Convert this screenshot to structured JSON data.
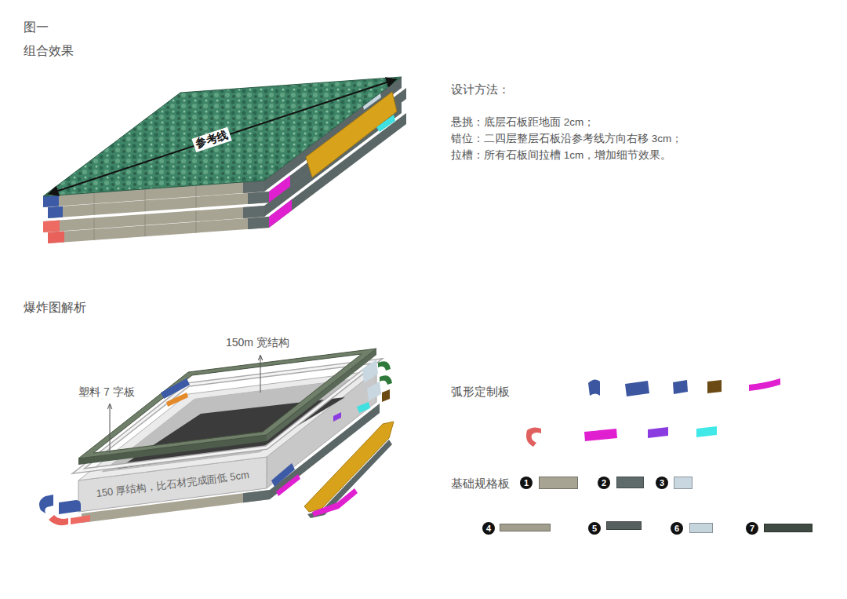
{
  "diagram": {
    "title": "图一",
    "labels": [
      "组合效果",
      "参考线",
      "设计方法：",
      "悬挑：底层石板距地面 2cm；",
      "错位：二四层整层石板沿参考线方向右移 3cm；",
      "拉槽：所有石板间拉槽 1cm，增加细节效果。",
      "爆炸图解析",
      "150m 宽结构",
      "塑料 7 字板",
      "150 厚结构，比石材完成面低 5cm",
      "弧形定制板",
      "基础规格板"
    ],
    "legend": [
      {
        "text": "1",
        "color": "#a8a494"
      },
      {
        "text": "2",
        "color": "#5f6a6a"
      },
      {
        "text": "3",
        "color": "#c9d7e1"
      },
      {
        "text": "4",
        "color": "#a29e8e"
      },
      {
        "text": "5",
        "color": "#56605f"
      },
      {
        "text": "6",
        "color": "#c6d4dc"
      },
      {
        "text": "7",
        "color": "#3f4a43"
      }
    ]
  }
}
